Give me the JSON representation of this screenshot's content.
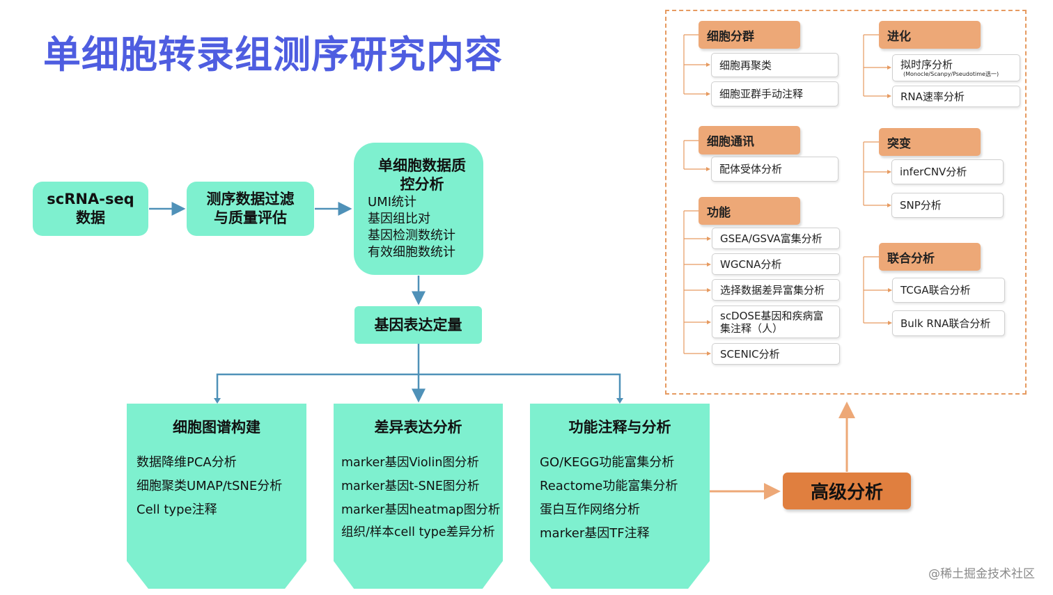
{
  "title": "单细胞转录组测序研究内容",
  "pipeline": {
    "scrna": "scRNA-seq\n数据",
    "filter": "测序数据过滤\n与质量评估",
    "qc": {
      "title": "单细胞数据质\n控分析",
      "items": [
        "UMI统计",
        "基因组比对",
        "基因检测数统计",
        "有效细胞数统计"
      ]
    },
    "expression": "基因表达定量"
  },
  "columns": [
    {
      "title": "细胞图谱构建",
      "items": [
        "数据降维PCA分析",
        "细胞聚类UMAP/tSNE分析",
        "Cell type注释"
      ]
    },
    {
      "title": "差异表达分析",
      "items": [
        "marker基因Violin图分析",
        "marker基因t-SNE图分析",
        "marker基因heatmap图分析",
        "组织/样本cell type差异分析"
      ]
    },
    {
      "title": "功能注释与分析",
      "items": [
        "GO/KEGG功能富集分析",
        "Reactome功能富集分析",
        "蛋白互作网络分析",
        "marker基因TF注释"
      ]
    }
  ],
  "advanced": {
    "button": "高级分析",
    "groups": {
      "clustering": {
        "header": "细胞分群",
        "items": [
          "细胞再聚类",
          "细胞亚群手动注释"
        ]
      },
      "communication": {
        "header": "细胞通讯",
        "items": [
          "配体受体分析"
        ]
      },
      "function": {
        "header": "功能",
        "items": [
          "GSEA/GSVA富集分析",
          "WGCNA分析",
          "选择数据差异富集分析",
          "scDOSE基因和疾病富\n集注释（人）",
          "SCENIC分析"
        ]
      },
      "evolution": {
        "header": "进化",
        "items": [
          "拟时序分析",
          "RNA速率分析"
        ],
        "note": "(Monocle/Scanpy/Pseudotime选一)"
      },
      "mutation": {
        "header": "突变",
        "items": [
          "inferCNV分析",
          "SNP分析"
        ]
      },
      "joint": {
        "header": "联合分析",
        "items": [
          "TCGA联合分析",
          "Bulk RNA联合分析"
        ]
      }
    }
  },
  "watermark": "@稀土掘金技术社区",
  "colors": {
    "title": "#4e5de0",
    "teal": "#7ef0cf",
    "connector": "#4f91b8",
    "orange": "#e07f3f",
    "header": "#eda877",
    "frame": "#e69a60"
  }
}
